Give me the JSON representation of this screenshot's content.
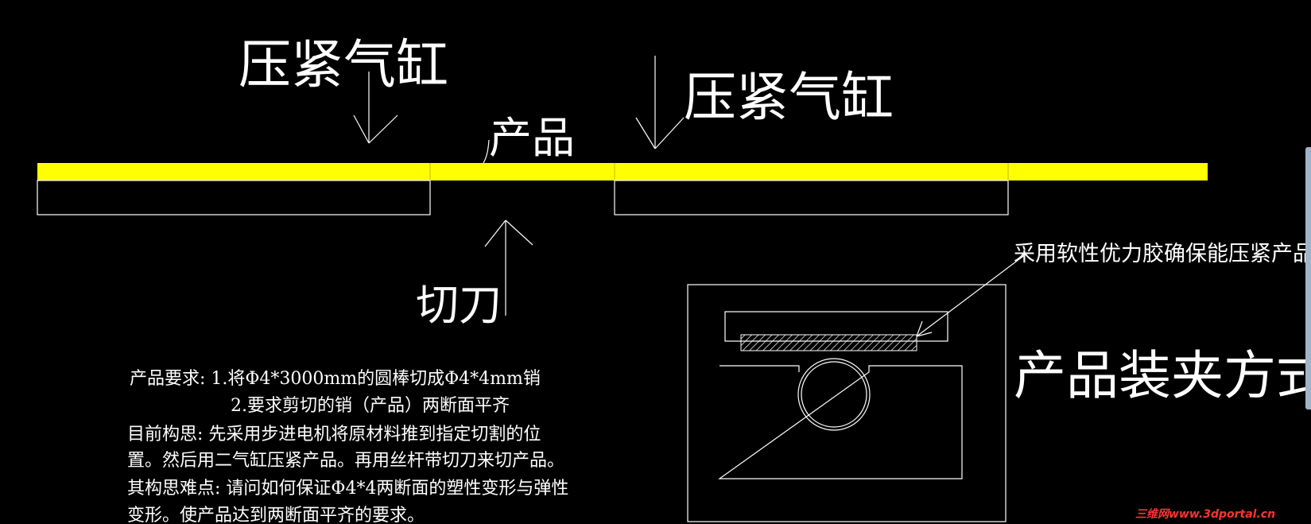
{
  "colors": {
    "background": "#000000",
    "line": "#ffffff",
    "product_bar": "#ffff00",
    "watermark": "#ff3333"
  },
  "labels": {
    "cylinder_left": "压紧气缸",
    "cylinder_right": "压紧气缸",
    "product": "产品",
    "cutter": "切刀",
    "clamp_note": "采用软性优力胶确保能压紧产品",
    "clamping_method": "产品装夹方式"
  },
  "description": {
    "line1": "产品要求: 1.将Φ4*3000mm的圆棒切成Φ4*4mm销",
    "line2": "2.要求剪切的销（产品）两断面平齐",
    "line3": "目前构思: 先采用步进电机将原材料推到指定切割的位",
    "line4": "置。然后用二气缸压紧产品。再用丝杆带切刀来切产品。",
    "line5": "其构思难点: 请问如何保证Φ4*4两断面的塑性变形与弹性",
    "line6": "变形。使产品达到两断面平齐的要求。"
  },
  "watermark": "三维网www.3dportal.cn"
}
